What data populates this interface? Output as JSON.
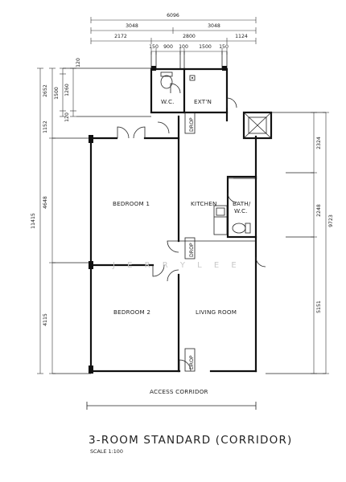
{
  "title": "3-ROOM  STANDARD (CORRIDOR)",
  "scale": "SCALE 1:100",
  "watermark": "J E R R Y   L E E",
  "rooms": {
    "wc": "W.C.",
    "extn": "EXT'N",
    "bedroom1": "BEDROOM 1",
    "kitchen": "KITCHEN",
    "bath_wc_1": "BATH/",
    "bath_wc_2": "W.C.",
    "bedroom2": "BEDROOM 2",
    "living_room": "LIVING ROOM",
    "access_corridor": "ACCESS CORRIDOR"
  },
  "drop_labels": [
    "DROP",
    "DROP",
    "DROP"
  ],
  "dimensions": {
    "top_total": "6096",
    "top_left_3048": "3048",
    "top_right_3048": "3048",
    "row3_2172": "2172",
    "row3_2800": "2800",
    "row3_1124": "1124",
    "row4_150a": "150",
    "row4_900": "900",
    "row4_100": "100",
    "row4_1500": "1500",
    "row4_150b": "150",
    "left_11415": "11415",
    "left_2652": "2652",
    "left_1152": "1152",
    "left_4648": "4648",
    "left_4115": "4115",
    "left_120a": "120",
    "left_1500": "1500",
    "left_1260": "1260",
    "left_120b": "120",
    "right_2324": "2324",
    "right_2248": "2248",
    "right_9723": "9723",
    "right_5151": "5151"
  }
}
